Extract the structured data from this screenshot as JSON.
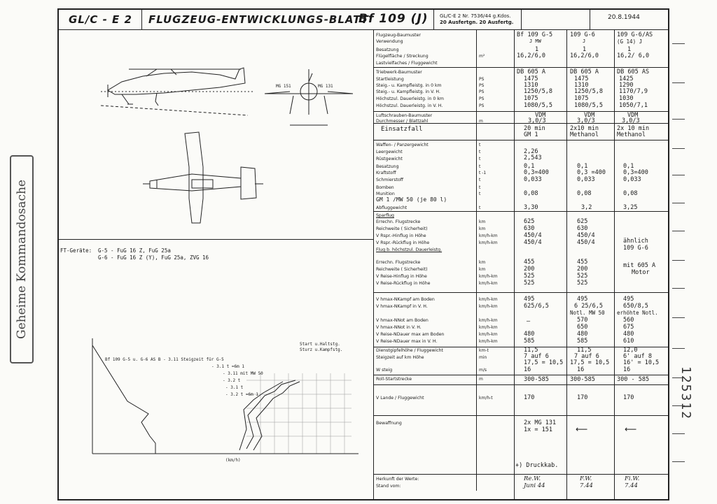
{
  "header": {
    "code": "GL/C - E 2",
    "title": "FLUGZEUG-ENTWICKLUNGS-BLATT",
    "type": "Bf 109 (J)",
    "ref_line1": "GL/C-E 2 Nr. 7536/44 g.Kdos.",
    "ref_line2": "20 Ausfertgn. 20 Ausfertg.",
    "date": "20.8.1944"
  },
  "stamp": "Geheime Kommandosache",
  "serial": "125312",
  "left": {
    "fug_label": "FT-Geräte:",
    "fug_line1": "G-5 - FuG 16 Z, FuG 25a",
    "fug_line2": "G-6 - FuG 16 Z (Y), FuG 25a, ZVG 16",
    "perf_legend1": "Start u.Haltstg.",
    "perf_legend2": "Sturz u.Kampfstg.",
    "perf_note1": "Bf 109 G-5 u. G-6 AS  B - 3.11   Steigzeit für G-5",
    "perf_note2": "- 3.1 t  =6m 1",
    "perf_note3": "- 3.11 mit MW 50",
    "perf_note4": "- 3.2 t",
    "perf_note5": "- 3.1 t",
    "perf_note6": "- 3.2 t =6m 1",
    "x_axis_label": "(km/h)"
  },
  "columns": [
    "Bf 109 G-5 J MW",
    "109 G-6 J",
    "109 G-6/AS (G 14) J"
  ],
  "rows": {
    "flugzeug_baumuster": "Flugzeug-Baumuster",
    "verwendung": "Verwendung",
    "besatzung": "Besatzung",
    "fluegelflaeche": "Flügelfläche / Streckung",
    "lastvielfaches": "Lastvielfaches / Fluggewicht",
    "triebwerk": "Triebwerk-Baumuster",
    "startleistung": "Startleistung",
    "steig_0": "Steig.- u. Kampfleistg. in 0 km",
    "steig_vh": "Steig.- u. Kampfleistg. in V. H.",
    "hoechst_0": "Höchstzul. Dauerleistg. in 0 km",
    "hoechst_vh": "Höchstzul. Dauerleistg. in V. H.",
    "luftschraube": "Luftschrauben-Baumuster",
    "durchmesser": "Durchmesser / Blattzahl",
    "einsatzfall": "Einsatzfall",
    "waffen_gewicht": "Waffen- / Panzergewicht",
    "leergewicht": "Leergewicht",
    "ruestgewicht": "Rüstgewicht",
    "besatzung2": "Besatzung",
    "kraftstoff": "Kraftstoff",
    "schmierstoff": "Schmierstoff",
    "bomben": "Bomben",
    "munition": "Munition",
    "gm1": "GM 1 /MW 50 (je 80 l)",
    "abfluggewicht": "Abfluggewicht",
    "sparflug": "Sparflug",
    "errechn_flugstrecke": "Errechn. Flugstrecke",
    "reichweite": "Reichweite (          Sicherheit)",
    "v_hinflug": "V Rspr.-Hinflug in Höhe",
    "v_rueckflug": "V Rspr.-Rückflug in Höhe",
    "flug_hoechst": "Flug b. höchstzul. Dauerleistg.",
    "errechn_flugstrecke2": "Errechn. Flugstrecke",
    "reichweite2": "Reichweite (          Sicherheit)",
    "v_reise_hin": "V Reise-Hinflug in Höhe",
    "v_reise_rueck": "V Reise-Rückflug in Höhe",
    "v_kampf_boden": "V hmax-NKampf am Boden",
    "v_kampf_vh": "V hmax-NKampf in V. H.",
    "v_not_boden": "V hmax-NNot am Boden",
    "v_not_vh": "V hmax-NNot in V. H.",
    "v_dauer_boden": "V Reise-NDauer max am Boden",
    "v_dauer_vh": "V Reise-NDauer max in V. H.",
    "dienstgipfel": "Dienstgipfelhöhe / Fluggewicht",
    "steigzeit": "Steigzeit auf           km Höhe",
    "w_steig": "W steig",
    "rollstart": "Roll-Startstrecke",
    "v_lande": "V Lande / Fluggewicht",
    "bewaffnung": "Bewaffnung",
    "herkunft": "Herkunft der Werte:",
    "stand": "Stand vom:"
  },
  "units": {
    "flaeche": "m²",
    "ps": "PS",
    "durchm": "m",
    "t": "t",
    "minus": "t -1",
    "km": "km",
    "kmh_km": "km/h-km",
    "kmt": "km-t",
    "min": "min",
    "ms": "m/s",
    "m": "m",
    "kmht": "km/h-t"
  },
  "vals": {
    "c1": {
      "model": "Bf 109 G-5",
      "model2": "J MW",
      "crew": "1",
      "wing": "16,2/6,0",
      "engine": "DB 605 A",
      "start": "1475",
      "s0": "1310",
      "svh": "1250/5,8",
      "h0": "1075",
      "hvh": "1080/5,5",
      "prop": "VDM",
      "diam": "3,0/3",
      "einsatz1": "20 min",
      "einsatz2": "GM 1",
      "leer": "2,26",
      "ruest": "2,543",
      "besatz": "0,1",
      "kraft": "0,3=400",
      "schmier": "0,033",
      "bomben": "",
      "mun": "0,08",
      "abflug": "3,30",
      "spar_strecke": "625",
      "spar_reich": "630",
      "spar_hin": "450/4",
      "spar_rueck": "450/4",
      "dauer_strecke": "455",
      "dauer_reich": "200",
      "dauer_hin": "525",
      "dauer_rueck": "525",
      "k_boden": "495",
      "k_vh": "625/6,5",
      "n_boden": "–",
      "n_vh": "",
      "d_boden": "480",
      "d_vh": "585",
      "gipfel": "11,5",
      "steig": "7 auf 6",
      "steig2": "17,5 = 10,5",
      "wsteig": "16",
      "roll": "300-585",
      "lande": "170",
      "bewaff1": "2x MG 131",
      "bewaff2": "1x  =  151",
      "herkunft": "Re.W.",
      "stand": "Juni 44"
    },
    "c2": {
      "model": "109 G-6",
      "model2": "J",
      "crew": "1",
      "wing": "16,2/6,0",
      "engine": "DB 605 A",
      "start": "1475",
      "s0": "1310",
      "svh": "1250/5,8",
      "h0": "1075",
      "hvh": "1080/5,5",
      "prop": "VDM",
      "diam": "3,0/3",
      "einsatz1": "2x10 min",
      "einsatz2": "Methanol",
      "besatz": "0,1",
      "kraft": "0,3 =400",
      "schmier": "0,033",
      "mun": "0,08",
      "abflug": "3,2",
      "spar_strecke": "625",
      "spar_reich": "630",
      "spar_hin": "450/4",
      "spar_rueck": "450/4",
      "dauer_strecke": "455",
      "dauer_reich": "200",
      "dauer_hin": "525",
      "dauer_rueck": "525",
      "k_boden": "495",
      "k_vh": "6 25/6,5",
      "k_vh2": "Notl. MW 50",
      "n_boden": "570",
      "n_vh": "650",
      "d_boden": "480",
      "d_vh": "585",
      "gipfel": "11,5",
      "steig": "7 auf 6",
      "steig2": "17,5 = 10,5",
      "wsteig": "16",
      "roll": "300-585",
      "lande": "170",
      "herkunft": "F.W.",
      "stand": "7.44"
    },
    "c3": {
      "model": "109 G-6/AS",
      "model2": "(G 14) J",
      "crew": "1",
      "wing": "16,2/ 6,0",
      "engine": "DB 605 AS",
      "start": "1425",
      "s0": "1290",
      "svh": "1170/7,9",
      "h0": "1030",
      "hvh": "1050/7,1",
      "prop": "VDM",
      "diam": "3,0/3",
      "einsatz1": "2x 10 min",
      "einsatz2": "Methanol",
      "besatz": "0,1",
      "kraft": "0,3=400",
      "schmier": "0,033",
      "mun": "0,08",
      "abflug": "3,25",
      "aehnlich1": "ähnlich",
      "aehnlich2": "109 G-6",
      "mit1": "mit 605 A",
      "mit2": "Motor",
      "k_boden": "495",
      "k_vh": "650/8,5",
      "k_vh2": "erhöhte Notl.",
      "n_boden": "560",
      "n_vh": "675",
      "d_boden": "480",
      "d_vh": "610",
      "gipfel": "12,0",
      "steig": "6' auf 8",
      "steig2": "16' = 10,5",
      "wsteig": "16",
      "roll": "300 - 585",
      "lande": "170",
      "herkunft": "Fi.W.",
      "stand": "7.44"
    },
    "druckkab": "+) Druckkab."
  }
}
